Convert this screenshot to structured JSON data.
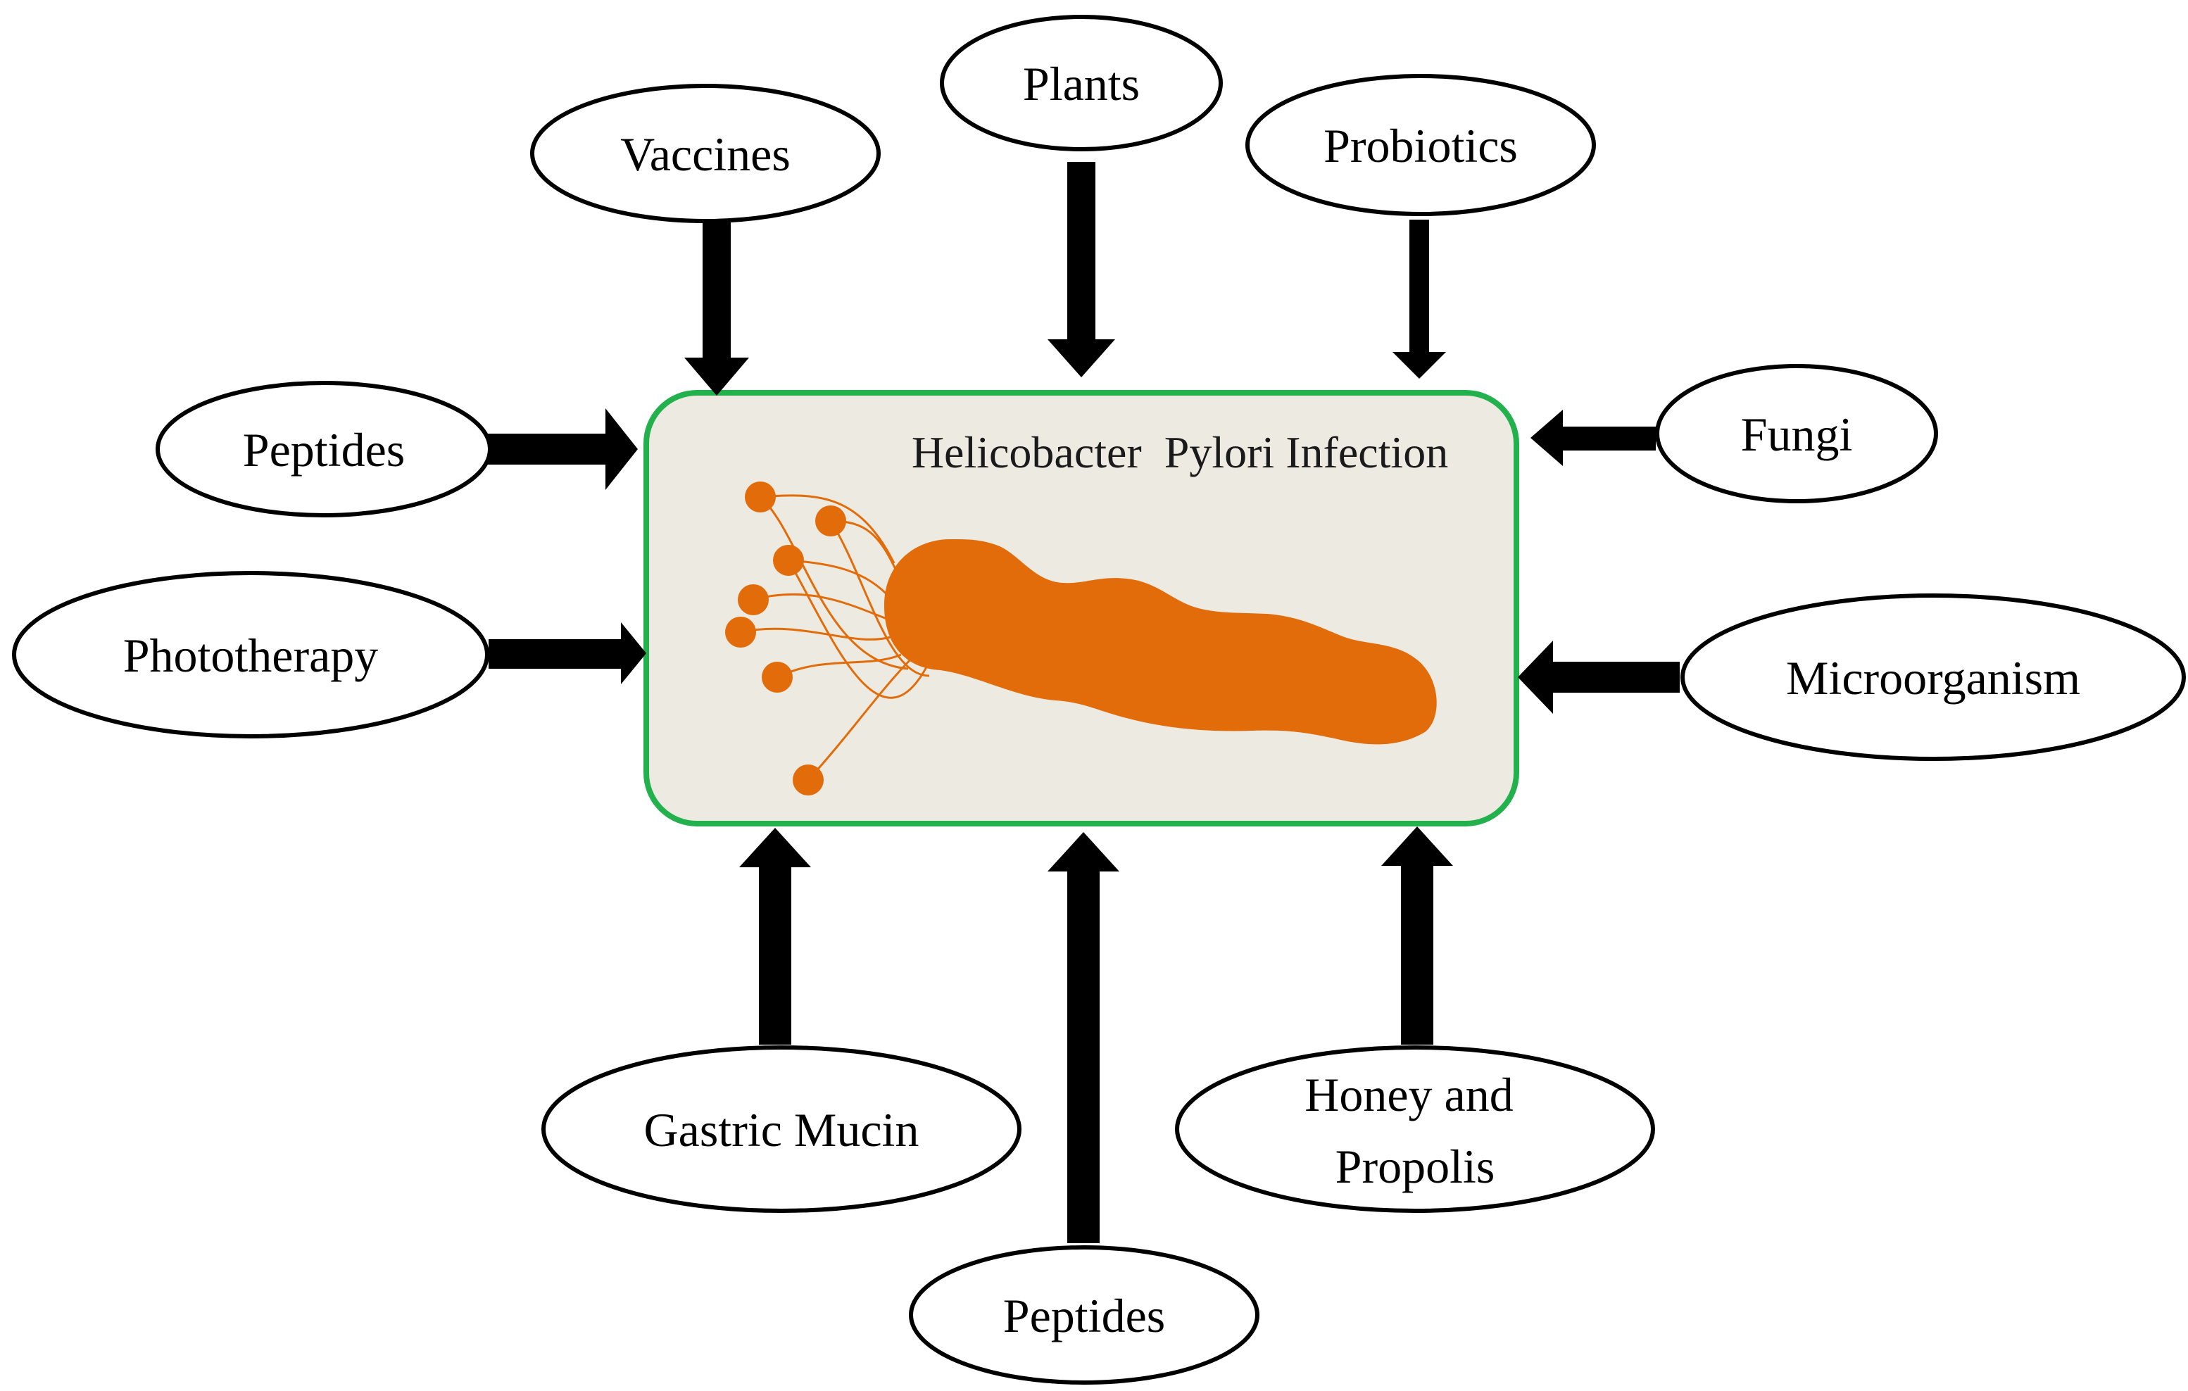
{
  "center": {
    "title": "Helicobacter  Pylori Infection",
    "illustration_icon": "bacterium-icon"
  },
  "treatments": [
    {
      "id": "plants",
      "label": "Plants",
      "side": "top"
    },
    {
      "id": "vaccines",
      "label": "Vaccines",
      "side": "top"
    },
    {
      "id": "probiotics",
      "label": "Probiotics",
      "side": "top"
    },
    {
      "id": "peptides-left",
      "label": "Peptides",
      "side": "left"
    },
    {
      "id": "phototherapy",
      "label": "Phototherapy",
      "side": "left"
    },
    {
      "id": "fungi",
      "label": "Fungi",
      "side": "right"
    },
    {
      "id": "microorganism",
      "label": "Microorganism",
      "side": "right"
    },
    {
      "id": "gastric-mucin",
      "label": "Gastric Mucin",
      "side": "bottom"
    },
    {
      "id": "peptides-bottom",
      "label": "Peptides",
      "side": "bottom"
    },
    {
      "id": "honey-propolis",
      "label": "Honey and\nPropolis",
      "label_lines": [
        "Honey and",
        "Propolis"
      ],
      "side": "bottom"
    }
  ],
  "colors": {
    "box_border": "#22b14c",
    "box_fill": "#edeae2",
    "bacterium": "#e36c0a",
    "arrows": "#000000"
  }
}
